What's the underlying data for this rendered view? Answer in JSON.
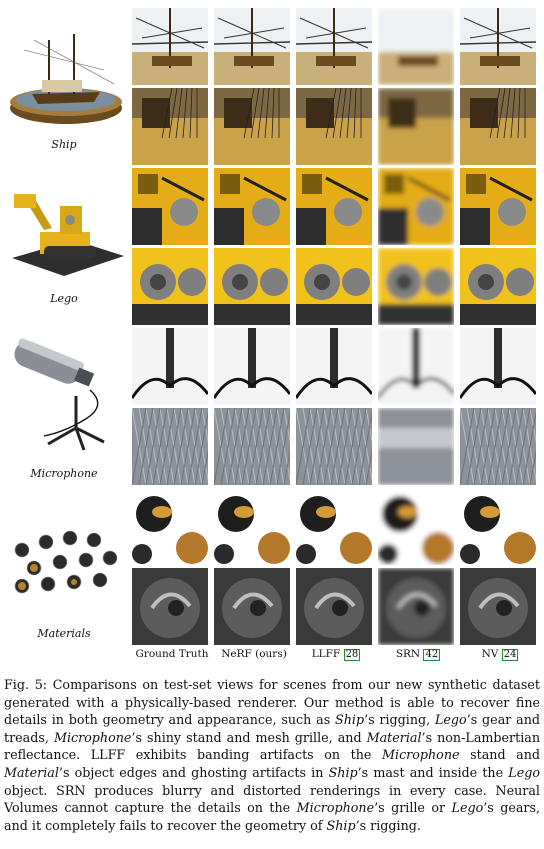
{
  "scenes": [
    {
      "name": "Ship"
    },
    {
      "name": "Lego"
    },
    {
      "name": "Microphone"
    },
    {
      "name": "Materials"
    }
  ],
  "columns": [
    {
      "label": "Ground Truth",
      "ref": ""
    },
    {
      "label": "NeRF (ours)",
      "ref": ""
    },
    {
      "label": "LLFF",
      "ref": "28"
    },
    {
      "label": "SRN",
      "ref": "42"
    },
    {
      "label": "NV",
      "ref": "24"
    }
  ],
  "caption": {
    "figlabel": "Fig. 5:",
    "p1": " Comparisons on test-set views for scenes from our new synthetic dataset generated with a physically-based renderer. Our method is able to recover fine details in both geometry and appearance, such as ",
    "t_ship1": "Ship",
    "p2": "’s rigging, ",
    "t_lego1": "Lego",
    "p3": "’s gear and treads, ",
    "t_mic1": "Microphone",
    "p4": "’s shiny stand and mesh grille, and ",
    "t_mat1": "Material",
    "p5": "’s non-Lambertian reflectance. LLFF exhibits banding artifacts on the ",
    "t_mic2": "Microphone",
    "p6": " stand and ",
    "t_mat2": "Material",
    "p7": "’s object edges and ghosting artifacts in ",
    "t_ship2": "Ship",
    "p8": "’s mast and inside the ",
    "t_lego2": "Lego",
    "p9": " object. SRN produces blurry and distorted renderings in every case. Neural Volumes cannot capture the details on the ",
    "t_mic3": "Microphone",
    "p10": "’s grille or ",
    "t_lego3": "Lego",
    "p11": "’s gears, and it completely fails to recover the geometry of ",
    "t_ship3": "Ship",
    "p12": "’s rigging."
  }
}
